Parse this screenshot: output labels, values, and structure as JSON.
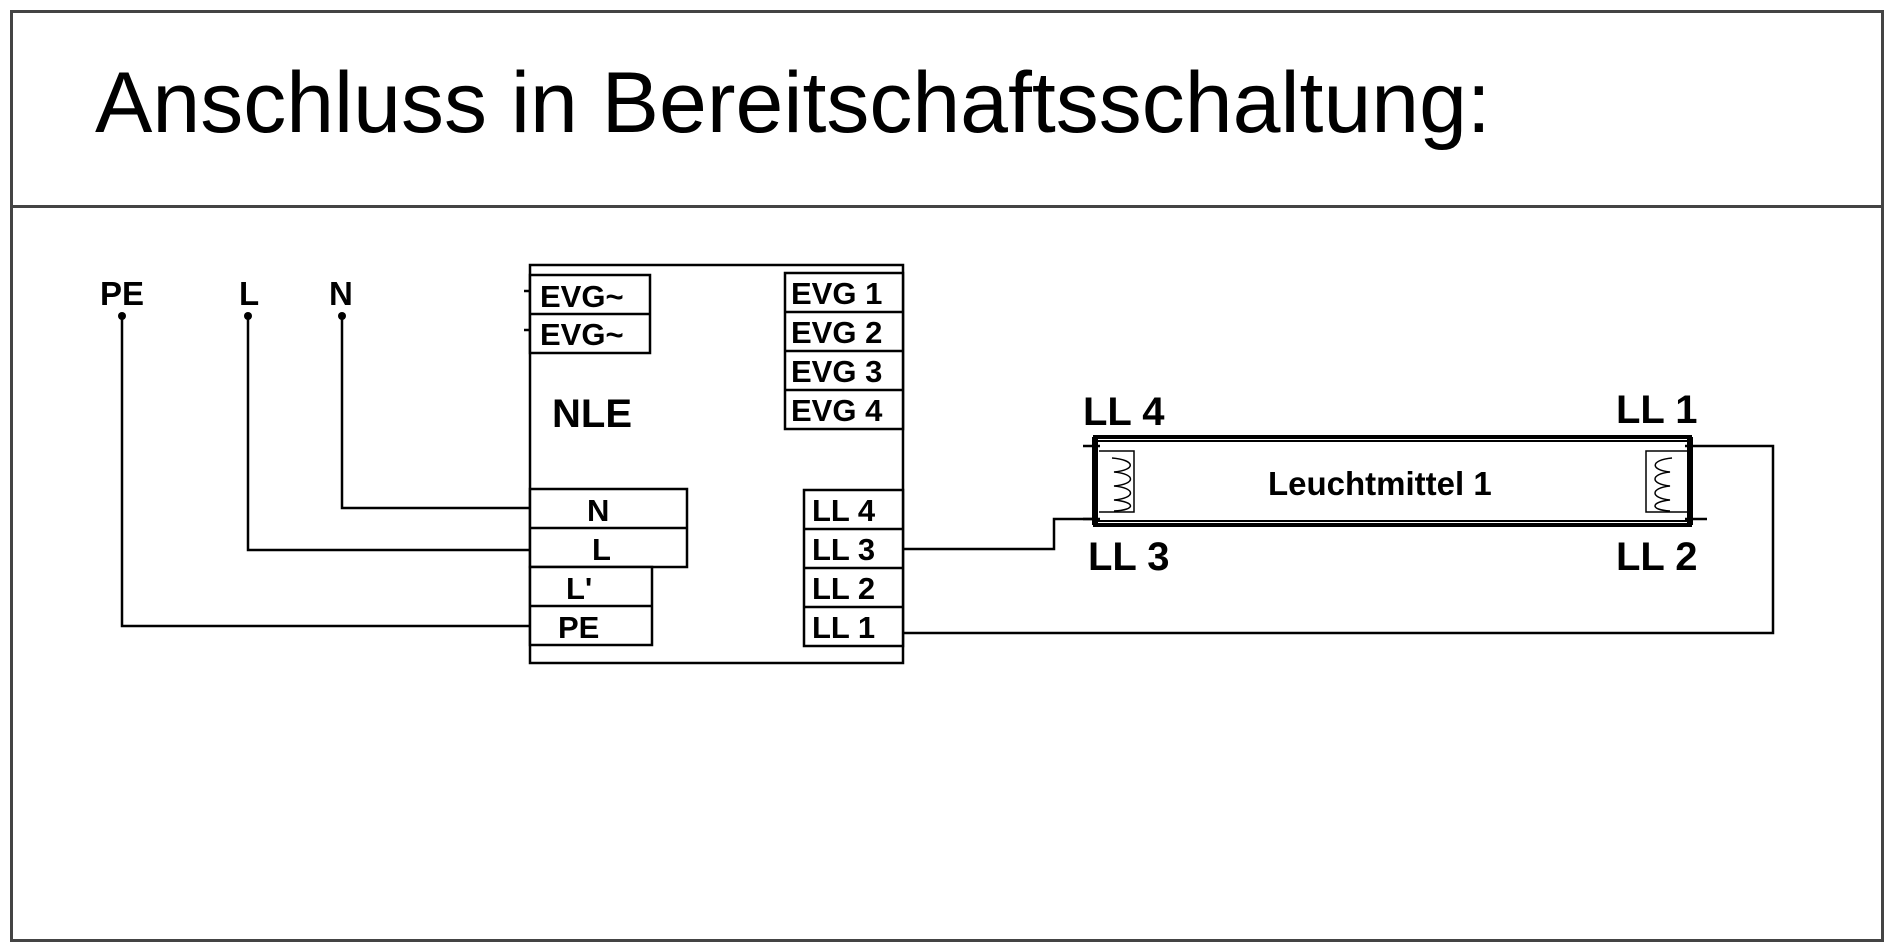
{
  "title": "Anschluss in Bereitschaftsschaltung:",
  "supply": {
    "pe": "PE",
    "l": "L",
    "n": "N"
  },
  "nle": {
    "label": "NLE",
    "evg_in": [
      "EVG~",
      "EVG~"
    ],
    "evg_out": [
      "EVG 1",
      "EVG 2",
      "EVG 3",
      "EVG 4"
    ],
    "mains_terminals": [
      "N",
      "L",
      "L'",
      "PE"
    ],
    "lamp_terminals": [
      "LL 4",
      "LL 3",
      "LL 2",
      "LL 1"
    ]
  },
  "lamp": {
    "label": "Leuchtmittel 1",
    "pins": {
      "top_left": "LL 4",
      "bottom_left": "LL 3",
      "top_right": "LL 1",
      "bottom_right": "LL 2"
    }
  }
}
